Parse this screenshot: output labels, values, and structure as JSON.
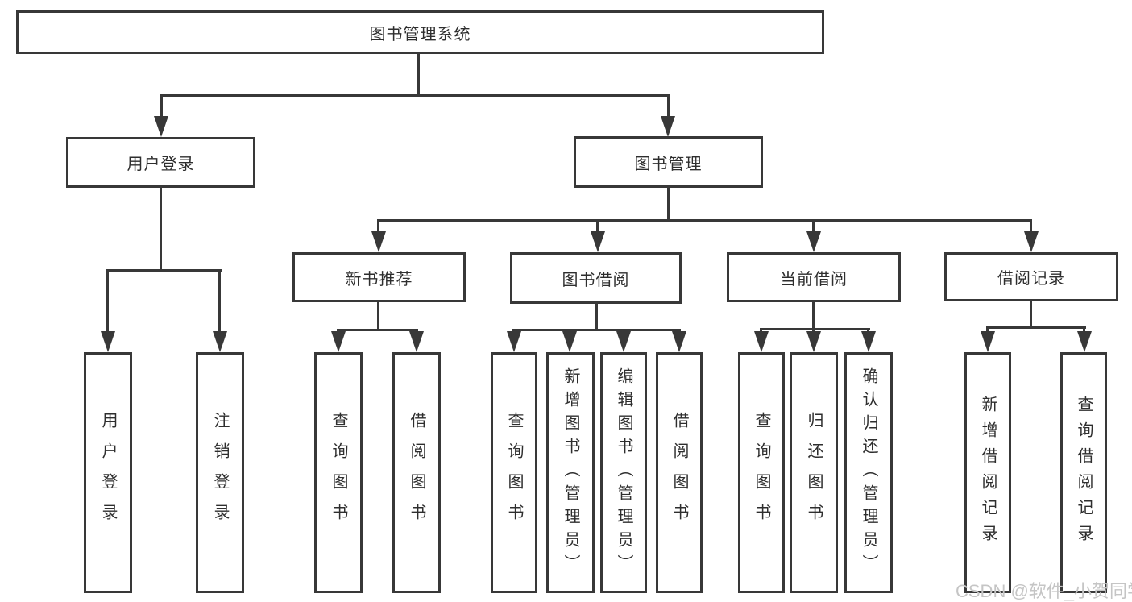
{
  "diagram_title": "图书管理系统",
  "tree": {
    "root": {
      "label": "图书管理系统"
    },
    "level2": [
      {
        "label": "用户登录"
      },
      {
        "label": "图书管理"
      }
    ],
    "level3": [
      {
        "label": "新书推荐"
      },
      {
        "label": "图书借阅"
      },
      {
        "label": "当前借阅"
      },
      {
        "label": "借阅记录"
      }
    ],
    "leaves": {
      "user_login": [
        "用户登录",
        "注销登录"
      ],
      "new_books": [
        "查询图书",
        "借阅图书"
      ],
      "book_borrow": [
        "查询图书",
        "新增图书（管理员）",
        "编辑图书（管理员）",
        "借阅图书"
      ],
      "current_borrow": [
        "查询图书",
        "归还图书",
        "确认归还（管理员）"
      ],
      "borrow_records": [
        "新增借阅记录",
        "查询借阅记录"
      ]
    }
  },
  "watermark": {
    "text": "CSDN @软件_小贺同学"
  },
  "colors": {
    "line": "#383838",
    "text": "#2e2e2e",
    "background": "#ffffff",
    "watermark": "#c5c5c5"
  }
}
